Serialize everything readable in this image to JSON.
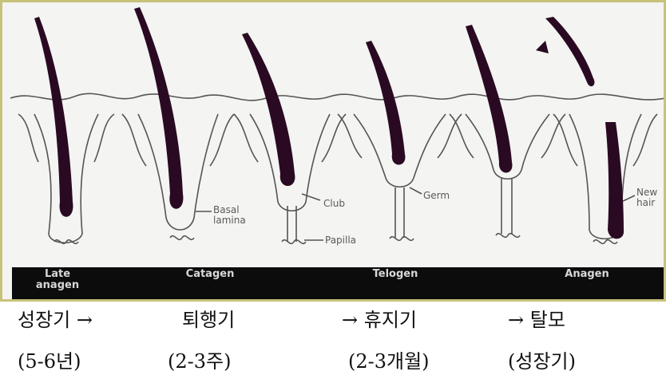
{
  "figure": {
    "stage_labels": [
      {
        "text": "Late\nanagen"
      },
      {
        "text": "Catagen"
      },
      {
        "text": "Telogen"
      },
      {
        "text": "Anagen"
      }
    ],
    "annotations": {
      "basal_lamina": "Basal\nlamina",
      "club": "Club",
      "germ": "Germ",
      "papilla": "Papilla",
      "new_hair": "New\nhair"
    }
  },
  "captions": {
    "row1": [
      "성장기 →",
      "퇴행기",
      "→ 휴지기",
      "→ 탈모"
    ],
    "row2": [
      "(5-6년)",
      "(2-3주)",
      "(2-3개월)",
      "(성장기)"
    ]
  },
  "colors": {
    "hair": "#2a0a22",
    "bar": "#0c0c0c",
    "border": "#c8c27a",
    "background": "#f4f4f2"
  }
}
